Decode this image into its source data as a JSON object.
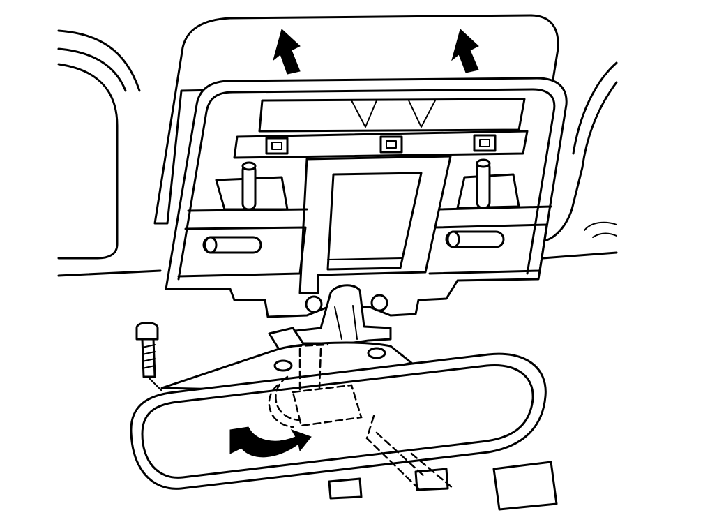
{
  "diagram": {
    "kind": "line-illustration",
    "colors": {
      "stroke": "#000000",
      "background": "#ffffff"
    },
    "parts": [
      "headliner-opening",
      "overhead-console-housing",
      "mounting-bar",
      "retaining-clips",
      "guide-pins",
      "center-opening",
      "mirror-mount-bracket",
      "mounting-screw",
      "rearview-mirror",
      "hidden-mirror-mount",
      "rotation-arrow",
      "push-up-arrows",
      "wire-connector"
    ]
  }
}
